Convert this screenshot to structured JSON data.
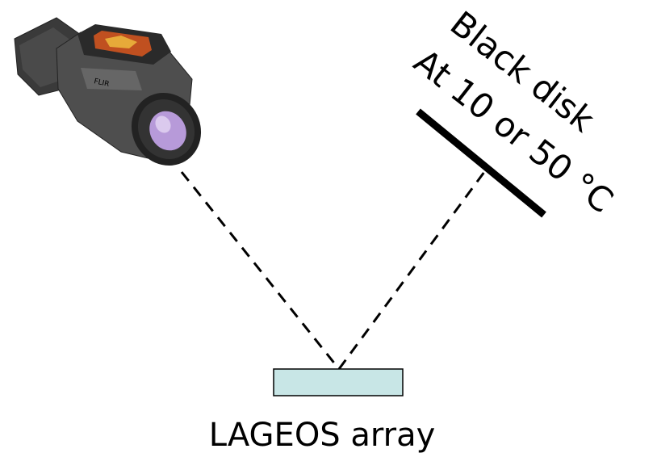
{
  "diagram": {
    "disk_label_line1": "Black disk",
    "disk_label_line2": "At 10 or 50 °C",
    "array_label": "LAGEOS array",
    "camera_brand_text": "FLIR"
  },
  "colors": {
    "line": "#000000",
    "array_fill": "#c8e6e6",
    "array_stroke": "#000000",
    "camera_body": "#4a4a4a",
    "camera_dark": "#1e1e1e",
    "lens_glass": "#b79ad9"
  },
  "icons": {
    "camera": "thermal-camera-icon"
  }
}
